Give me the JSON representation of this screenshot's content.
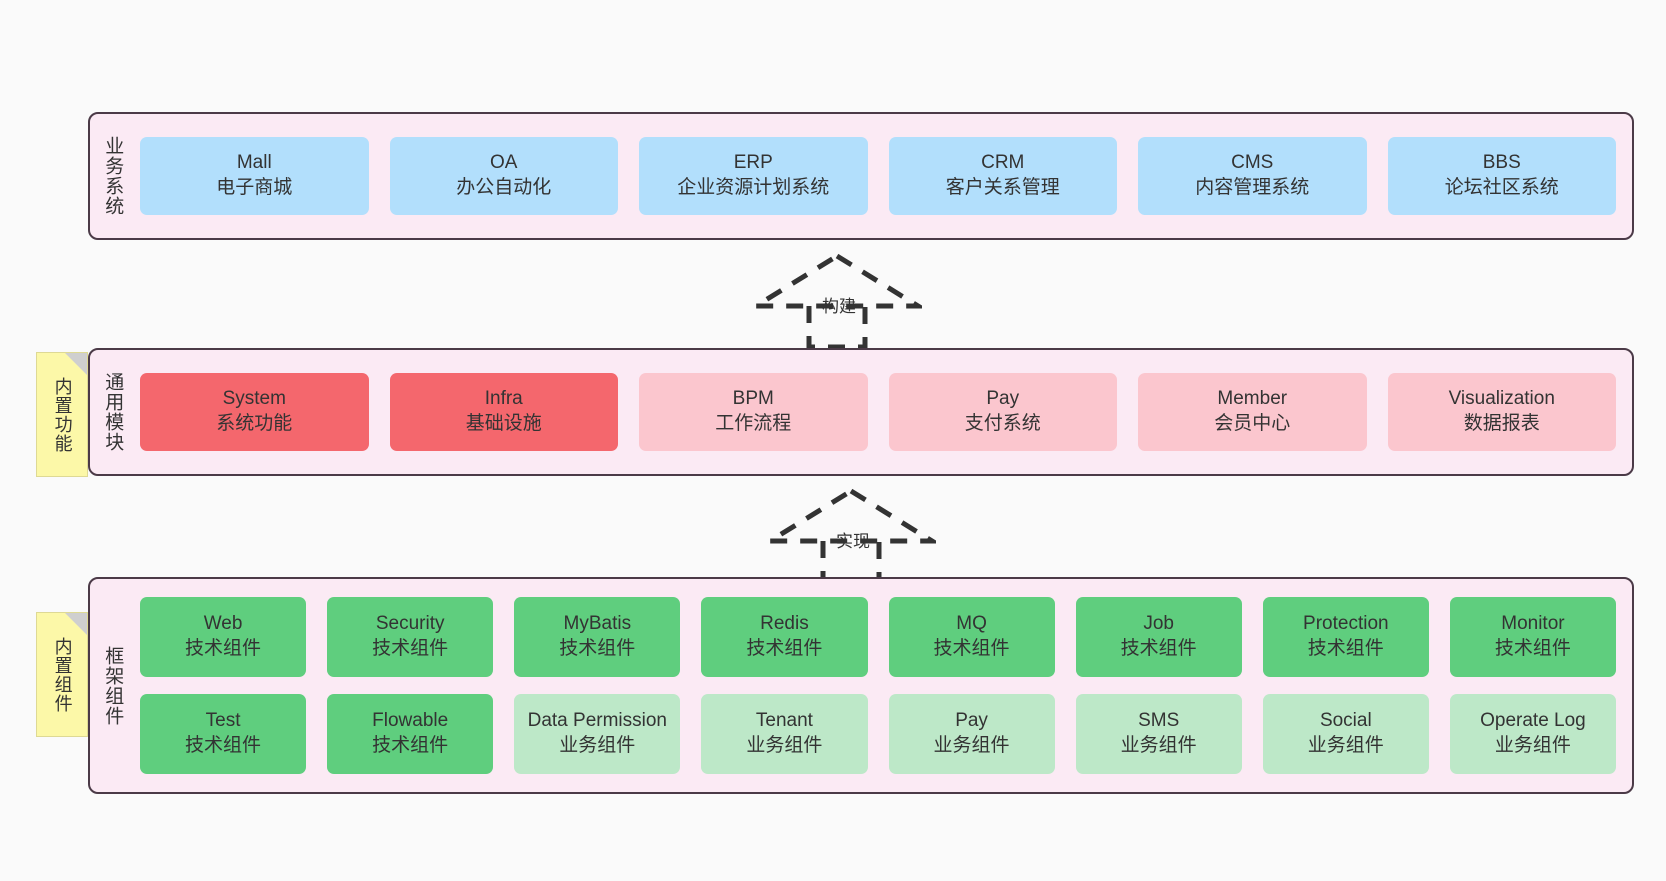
{
  "diagram": {
    "background": "#fafafa",
    "border_color": "#4b3a47",
    "layer_background": "#fbeaf4",
    "note_background": "#fcf8a8"
  },
  "layers": [
    {
      "id": "business",
      "title": "业务系统",
      "accent": "#b2dffc",
      "rows": [
        {
          "cells": [
            {
              "en": "Mall",
              "cn": "电子商城",
              "color": "#b2dffc"
            },
            {
              "en": "OA",
              "cn": "办公自动化",
              "color": "#b2dffc"
            },
            {
              "en": "ERP",
              "cn": "企业资源计划系统",
              "color": "#b2dffc"
            },
            {
              "en": "CRM",
              "cn": "客户关系管理",
              "color": "#b2dffc"
            },
            {
              "en": "CMS",
              "cn": "内容管理系统",
              "color": "#b2dffc"
            },
            {
              "en": "BBS",
              "cn": "论坛社区系统",
              "color": "#b2dffc"
            }
          ]
        }
      ]
    },
    {
      "id": "common",
      "title": "通用模块",
      "accent": "#f4676d",
      "rows": [
        {
          "cells": [
            {
              "en": "System",
              "cn": "系统功能",
              "color": "#f4676d"
            },
            {
              "en": "Infra",
              "cn": "基础设施",
              "color": "#f4676d"
            },
            {
              "en": "BPM",
              "cn": "工作流程",
              "color": "#fbc6ce"
            },
            {
              "en": "Pay",
              "cn": "支付系统",
              "color": "#fbc6ce"
            },
            {
              "en": "Member",
              "cn": "会员中心",
              "color": "#fbc6ce"
            },
            {
              "en": "Visualization",
              "cn": "数据报表",
              "color": "#fbc6ce"
            }
          ]
        }
      ]
    },
    {
      "id": "framework",
      "title": "框架组件",
      "accent": "#5fce7e",
      "rows": [
        {
          "cells": [
            {
              "en": "Web",
              "cn": "技术组件",
              "color": "#5fce7e"
            },
            {
              "en": "Security",
              "cn": "技术组件",
              "color": "#5fce7e"
            },
            {
              "en": "MyBatis",
              "cn": "技术组件",
              "color": "#5fce7e"
            },
            {
              "en": "Redis",
              "cn": "技术组件",
              "color": "#5fce7e"
            },
            {
              "en": "MQ",
              "cn": "技术组件",
              "color": "#5fce7e"
            },
            {
              "en": "Job",
              "cn": "技术组件",
              "color": "#5fce7e"
            },
            {
              "en": "Protection",
              "cn": "技术组件",
              "color": "#5fce7e"
            },
            {
              "en": "Monitor",
              "cn": "技术组件",
              "color": "#5fce7e"
            }
          ]
        },
        {
          "cells": [
            {
              "en": "Test",
              "cn": "技术组件",
              "color": "#5fce7e"
            },
            {
              "en": "Flowable",
              "cn": "技术组件",
              "color": "#5fce7e"
            },
            {
              "en": "Data Permission",
              "cn": "业务组件",
              "color": "#bde8c8"
            },
            {
              "en": "Tenant",
              "cn": "业务组件",
              "color": "#bde8c8"
            },
            {
              "en": "Pay",
              "cn": "业务组件",
              "color": "#bde8c8"
            },
            {
              "en": "SMS",
              "cn": "业务组件",
              "color": "#bde8c8"
            },
            {
              "en": "Social",
              "cn": "业务组件",
              "color": "#bde8c8"
            },
            {
              "en": "Operate Log",
              "cn": "业务组件",
              "color": "#bde8c8"
            }
          ]
        }
      ]
    }
  ],
  "notes": [
    {
      "id": "builtin-function",
      "text": "内置功能"
    },
    {
      "id": "builtin-component",
      "text": "内置组件"
    }
  ],
  "arrows": [
    {
      "id": "build",
      "label": "构建"
    },
    {
      "id": "impl",
      "label": "实现"
    }
  ]
}
